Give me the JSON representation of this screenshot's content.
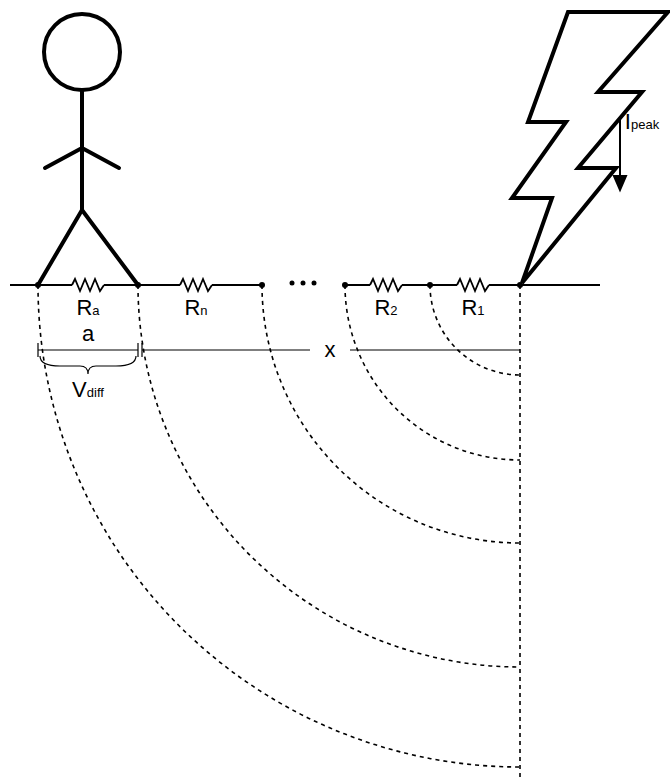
{
  "diagram": {
    "labels": [
      "Ipeak",
      "Ra",
      "Rn",
      "R2",
      "R1",
      "a",
      "x",
      "Vdiff"
    ]
  }
}
